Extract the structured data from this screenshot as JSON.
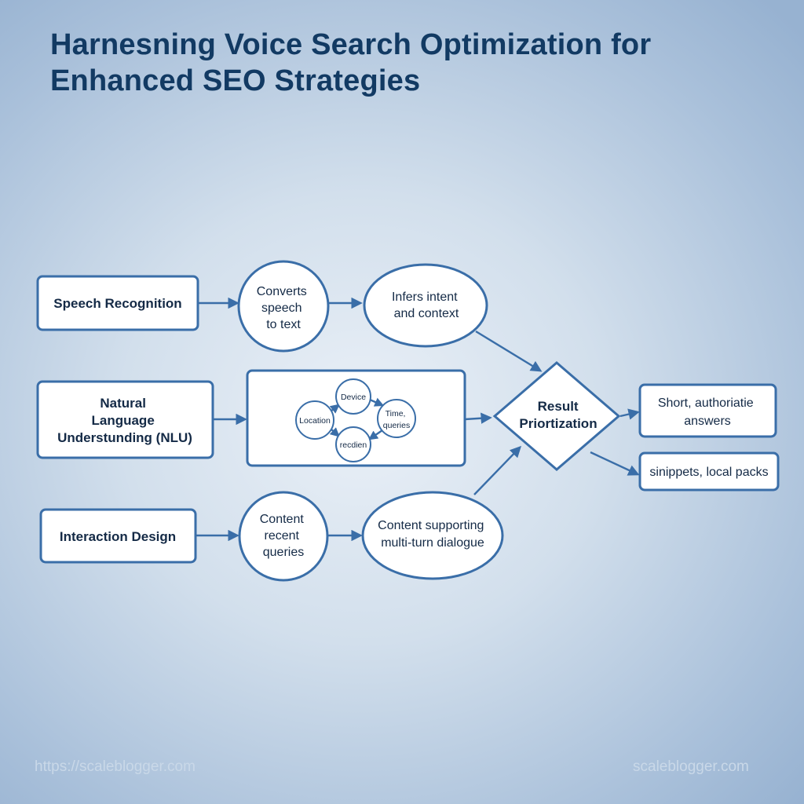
{
  "title": "Harnesning Voice Search Optimization for Enhanced SEO Strategies",
  "nodes": {
    "speech_recognition": "Speech Recognition",
    "converts": [
      "Converts",
      "speech",
      "to text"
    ],
    "infers": [
      "Infers intent",
      "and context"
    ],
    "nlu": [
      "Natural",
      "Language",
      "Understunding (NLU)"
    ],
    "context_signals": {
      "location": "Location",
      "device": "Device",
      "time": [
        "Time,",
        "queries"
      ],
      "recent": "recdien"
    },
    "result": [
      "Result",
      "Priortization"
    ],
    "short_answers": [
      "Short, authoriatie",
      "answers"
    ],
    "snippets": "sinippets, local packs",
    "interaction_design": "Interaction Design",
    "content_recent": [
      "Content",
      "recent",
      "queries"
    ],
    "content_supporting": [
      "Content supporting",
      "multi-turn dialogue"
    ]
  },
  "footer": {
    "left": "https://scaleblogger.com",
    "right": "scaleblogger.com"
  },
  "colors": {
    "title": "#123a63",
    "stroke": "#3a6ea8",
    "text": "#142a46",
    "background_center": "#eaf0f7",
    "background_edge": "#97b2d1"
  }
}
